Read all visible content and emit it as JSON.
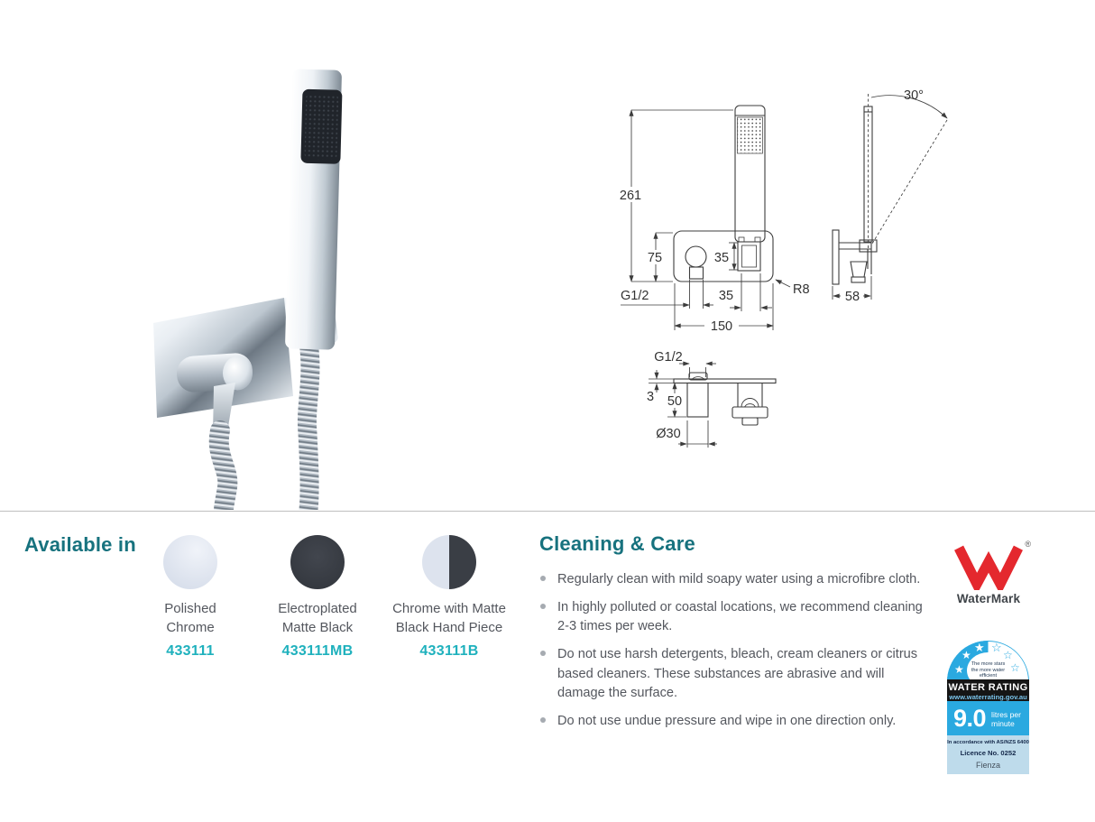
{
  "available": {
    "heading": "Available in",
    "options": [
      {
        "line1": "Polished",
        "line2": "Chrome",
        "code": "433111"
      },
      {
        "line1": "Electroplated",
        "line2": "Matte Black",
        "code": "433111MB"
      },
      {
        "line1": "Chrome with Matte",
        "line2": "Black Hand Piece",
        "code": "433111B"
      }
    ]
  },
  "cleaning": {
    "heading": "Cleaning & Care",
    "bullets": [
      "Regularly clean with mild soapy water using a microfibre cloth.",
      "In highly polluted or coastal locations, we recommend cleaning 2-3 times per week.",
      "Do not use harsh detergents, bleach, cream cleaners or citrus based cleaners. These substances are abrasive and will damage the surface.",
      "Do not use undue pressure and wipe in one direction only."
    ]
  },
  "drawings": {
    "front": {
      "overall_height": "261",
      "plate_height": "75",
      "outlet_height": "35",
      "outlet_thread": "G1/2",
      "holder_width": "35",
      "plate_width": "150",
      "corner_radius": "R8"
    },
    "side": {
      "swivel_angle": "30°",
      "depth": "58"
    },
    "top": {
      "thread": "G1/2",
      "plate_thickness": "3",
      "spigot_length": "50",
      "spigot_diameter": "Ø30"
    }
  },
  "watermark": {
    "brand": "WaterMark",
    "registered": "®"
  },
  "water_rating": {
    "tagline": "The more stars the more water efficient",
    "title": "WATER RATING",
    "url": "www.waterrating.gov.au",
    "value": "9.0",
    "unit_line1": "litres per",
    "unit_line2": "minute",
    "compliance": "In accordance with AS/NZS 6400",
    "licence": "Licence No. 0252",
    "brand": "Fienza",
    "star_filled": "★",
    "star_outline": "☆"
  },
  "colors": {
    "teal": "#17727e",
    "code_teal": "#1fb1bd",
    "body_text": "#54575e",
    "watermark_red": "#e4282e",
    "wels_blue": "#2aa9e0",
    "wels_light_blue": "#bedbeb",
    "drawing_line": "#3c3c3c"
  }
}
